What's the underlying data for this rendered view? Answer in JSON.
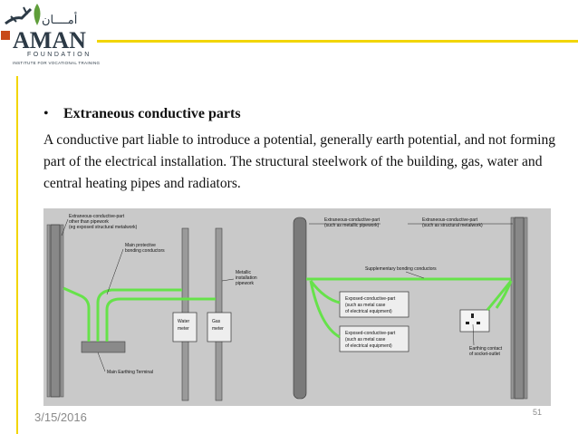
{
  "logo": {
    "name": "AMAN",
    "sub": "FOUNDATION",
    "institute": "INSTITUTE FOR VOCATIONAL TRAINING",
    "arabic": "أمــــان"
  },
  "bullet": {
    "symbol": "•",
    "heading": "Extraneous conductive parts"
  },
  "paragraph": "A conductive part liable to introduce a potential, generally earth potential, and not forming part of the electrical installation. The structural steelwork of the building, gas, water and central heating pipes and radiators.",
  "figure": {
    "left": {
      "label_extraneous": [
        "Extraneous-conductive-part",
        "other than pipework",
        "(eg exposed structural metalwork)"
      ],
      "label_bonding": [
        "Main protective",
        "bonding conductors"
      ],
      "label_metallic": [
        "Metallic",
        "installation",
        "pipework"
      ],
      "water_meter": [
        "Water",
        "meter"
      ],
      "gas_meter": [
        "Gas",
        "meter"
      ],
      "main_earthing": "Main Earthing Terminal"
    },
    "right": {
      "label_pipework": [
        "Extraneous-conductive-part",
        "(such as metallic pipework)"
      ],
      "label_structural": [
        "Extraneous-conductive-part",
        "(such as structural metalwork)"
      ],
      "supplementary": "Supplementary bonding conductors",
      "exposed1": [
        "Exposed-conductive-part",
        "(such as metal case",
        "of electrical equipment)"
      ],
      "exposed2": [
        "Exposed-conductive-part",
        "(such as metal case",
        "of electrical equipment)"
      ],
      "earthing_contact": [
        "Earthing contact",
        "of socket-outlet"
      ]
    }
  },
  "footer": {
    "date": "3/15/2016",
    "page": "51"
  },
  "colors": {
    "accent_line": "#f2d500",
    "bonding_green": "#66e24a"
  }
}
